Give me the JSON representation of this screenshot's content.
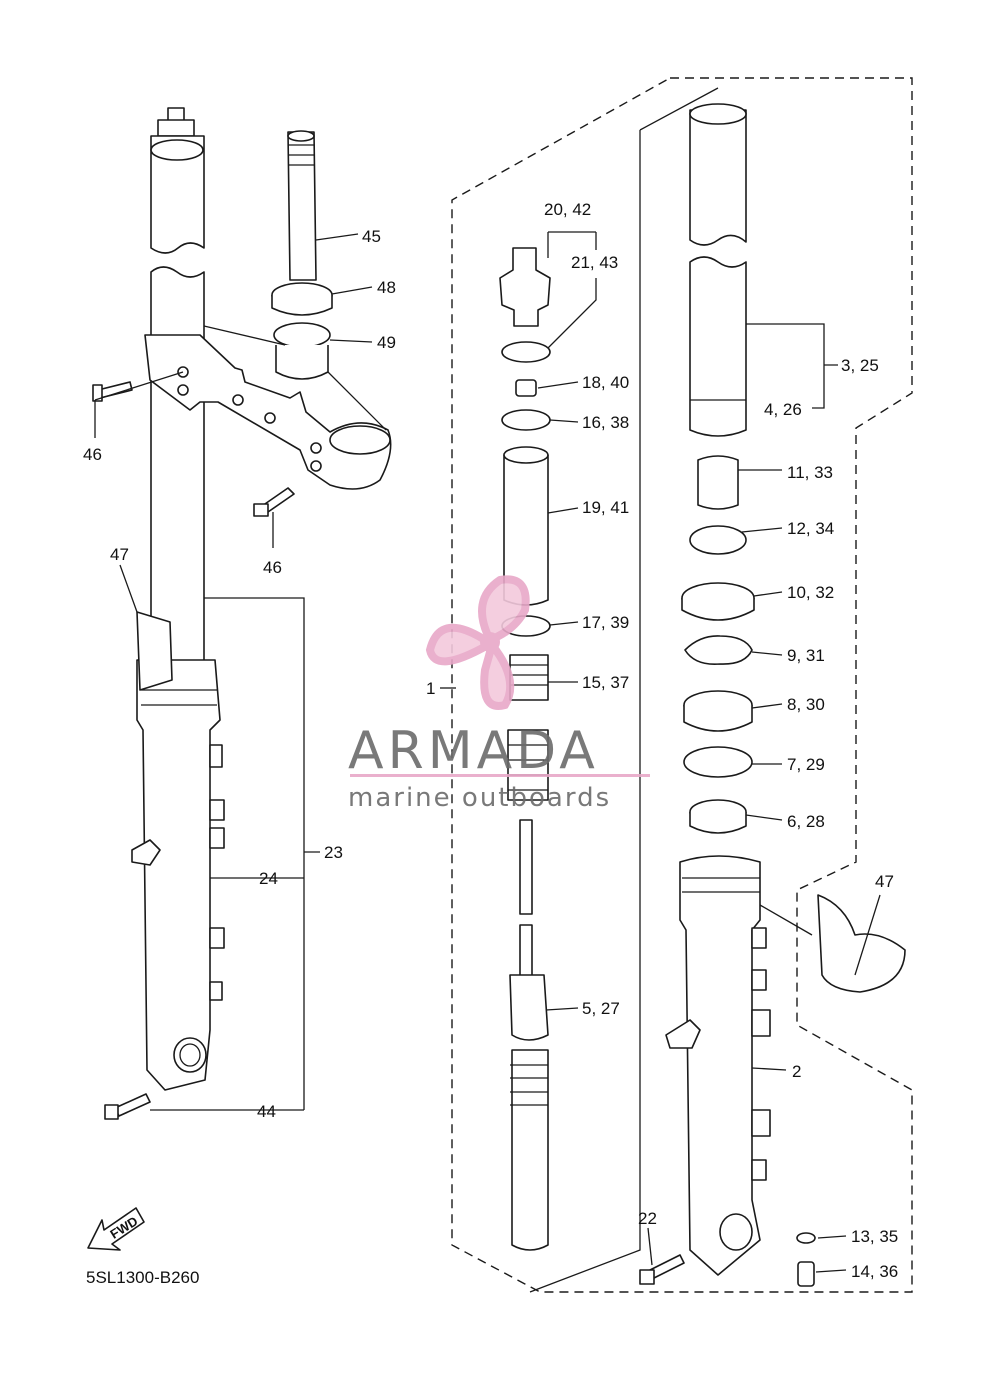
{
  "diagram_code": "5SL1300-B260",
  "fwd_label": "FWD",
  "watermark": {
    "brand": "ARMADA",
    "tagline": "marine outboards",
    "color": "#e8a8c8"
  },
  "labels": {
    "l45": "45",
    "l48": "48",
    "l49": "49",
    "l46a": "46",
    "l46b": "46",
    "l47a": "47",
    "l24": "24",
    "l23": "23",
    "l44": "44",
    "l20_42": "20, 42",
    "l21_43": "21, 43",
    "l18_40": "18, 40",
    "l16_38": "16, 38",
    "l19_41": "19, 41",
    "l17_39": "17, 39",
    "l15_37": "15, 37",
    "l1": "1",
    "l5_27": "5, 27",
    "l22": "22",
    "l3_25": "3, 25",
    "l4_26": "4, 26",
    "l11_33": "11, 33",
    "l12_34": "12, 34",
    "l10_32": "10, 32",
    "l9_31": "9, 31",
    "l8_30": "8, 30",
    "l7_29": "7, 29",
    "l6_28": "6, 28",
    "l47b": "47",
    "l2": "2",
    "l13_35": "13, 35",
    "l14_36": "14, 36"
  }
}
